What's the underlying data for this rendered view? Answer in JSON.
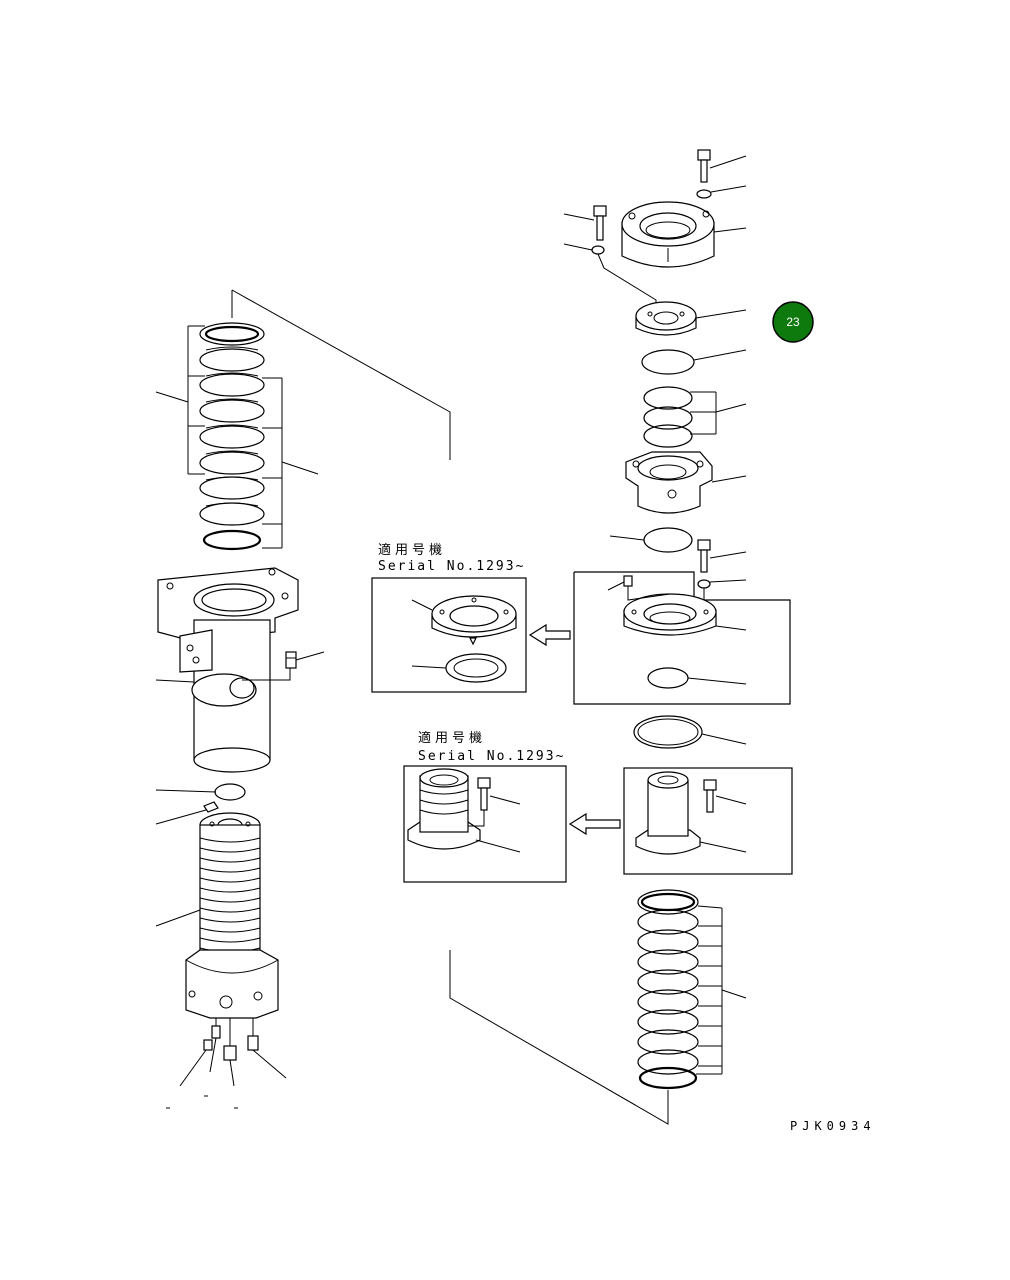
{
  "badge": {
    "label": "23",
    "color": "#0e7a0e"
  },
  "notes": [
    {
      "jp": "適用号機",
      "serial": "Serial No.1293~"
    },
    {
      "jp": "適用号機",
      "serial": "Serial No.1293~"
    }
  ],
  "drawing_code": "PJK0934",
  "icons": [
    "arrow-left-icon",
    "arrow-left-icon"
  ]
}
